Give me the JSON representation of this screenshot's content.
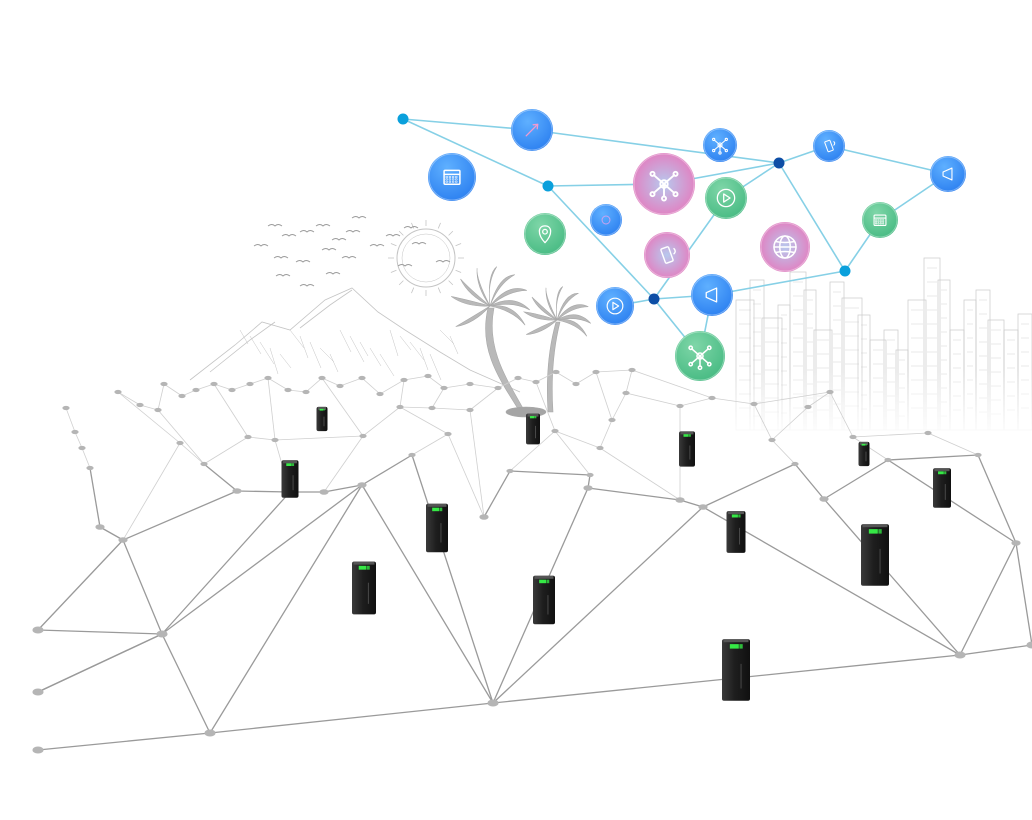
{
  "colors": {
    "background": "#ffffff",
    "mesh_line": "#9a9a9a",
    "mesh_line_far": "#cfcfcf",
    "mesh_node": "#b5b5b5",
    "sketch_line": "#c4c4c4",
    "link_line": "#86d0e6",
    "node_light": "#0aa0dc",
    "node_dark": "#0d4ea6",
    "bubble_blue": "#2b7ff0",
    "bubble_blue_light": "#5fb0ff",
    "bubble_green": "#46ba82",
    "bubble_green_light": "#7fd6a8",
    "bubble_pink": "#ec6fb6",
    "bubble_pink_light": "#b7c9ee",
    "server_body": "#1e1e1e",
    "server_led": "#38ff4a"
  },
  "bubbles": [
    {
      "name": "bubble-rocket",
      "color": "blue",
      "icon": "rocket-icon"
    },
    {
      "name": "bubble-calendar",
      "color": "blue",
      "icon": "calendar-icon"
    },
    {
      "name": "bubble-network-small",
      "color": "blue",
      "icon": "network-icon"
    },
    {
      "name": "bubble-phone",
      "color": "blue",
      "icon": "phone-icon"
    },
    {
      "name": "bubble-megaphone",
      "color": "blue",
      "icon": "megaphone-icon"
    },
    {
      "name": "bubble-network-hub",
      "color": "pink",
      "icon": "network-icon"
    },
    {
      "name": "bubble-play-green",
      "color": "green",
      "icon": "play-icon"
    },
    {
      "name": "bubble-location",
      "color": "green",
      "icon": "location-icon"
    },
    {
      "name": "bubble-chat",
      "color": "blue",
      "icon": "chat-icon"
    },
    {
      "name": "bubble-mobile",
      "color": "pink",
      "icon": "phone-icon"
    },
    {
      "name": "bubble-globe",
      "color": "pink",
      "icon": "globe-icon"
    },
    {
      "name": "bubble-calendar-green",
      "color": "green",
      "icon": "calendar-icon"
    },
    {
      "name": "bubble-play",
      "color": "blue",
      "icon": "play-icon"
    },
    {
      "name": "bubble-megaphone-2",
      "color": "blue",
      "icon": "megaphone-icon"
    },
    {
      "name": "bubble-network-green",
      "color": "green",
      "icon": "network-icon"
    }
  ],
  "servers": [
    {
      "name": "server-tower"
    },
    {
      "name": "server-tower"
    },
    {
      "name": "server-tower"
    },
    {
      "name": "server-tower"
    },
    {
      "name": "server-tower"
    },
    {
      "name": "server-tower"
    },
    {
      "name": "server-tower"
    },
    {
      "name": "server-tower"
    },
    {
      "name": "server-tower"
    },
    {
      "name": "server-tower"
    },
    {
      "name": "server-tower"
    },
    {
      "name": "server-tower"
    },
    {
      "name": "server-tower"
    }
  ],
  "illustrations": {
    "mountains": "mountains-sketch",
    "palm_trees": "palm-trees-sketch",
    "sun": "sun-sketch",
    "birds": "birds-sketch",
    "city": "city-skyline-sketch"
  }
}
